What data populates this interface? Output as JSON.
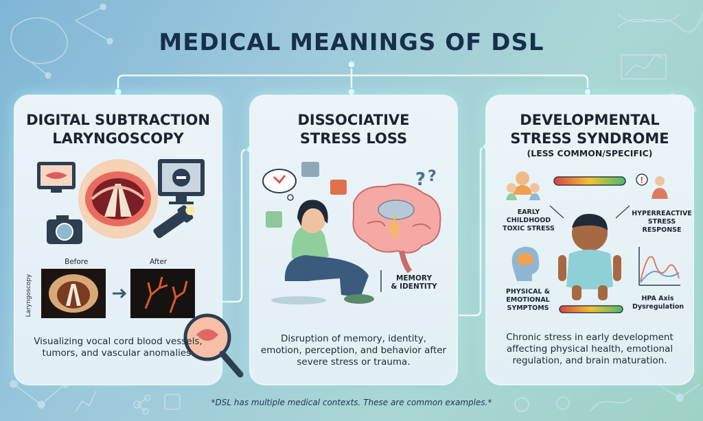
{
  "title": "MEDICAL MEANINGS OF DSL",
  "cards": [
    {
      "title_line1": "DIGITAL SUBTRACTION",
      "title_line2": "LARYNGOSCOPY",
      "before_label": "Before",
      "after_label": "After",
      "side_label": "Laryngoscopy",
      "description": "Visualizing vocal cord blood vessels, tumors, and vascular anomalies."
    },
    {
      "title_line1": "DISSOCIATIVE",
      "title_line2": "STRESS LOSS",
      "memory_label_line1": "MEMORY",
      "memory_label_line2": "& IDENTITY",
      "description": "Disruption of memory, identity, emotion, perception, and behavior after severe stress or trauma."
    },
    {
      "title_line1": "DEVELOPMENTAL",
      "title_line2": "STRESS SYNDROME",
      "subtitle": "(LESS COMMON/SPECIFIC)",
      "labels": {
        "early_childhood": "EARLY CHILDHOOD TOXIC STRESS",
        "hyperreactive": "HYPERREACTIVE STRESS RESPONSE",
        "physical": "PHYSICAL & EMOTIONAL SYMPTOMS",
        "hpa": "HPA Axis Dysregulation"
      },
      "description": "Chronic stress in early development affecting physical health, emotional regulation, and brain maturation."
    }
  ],
  "footnote": "*DSL has multiple medical contexts. These are common examples.*",
  "colors": {
    "title": "#17304a",
    "card_bg": "#eef6fa",
    "connector": "#e8fbff"
  }
}
